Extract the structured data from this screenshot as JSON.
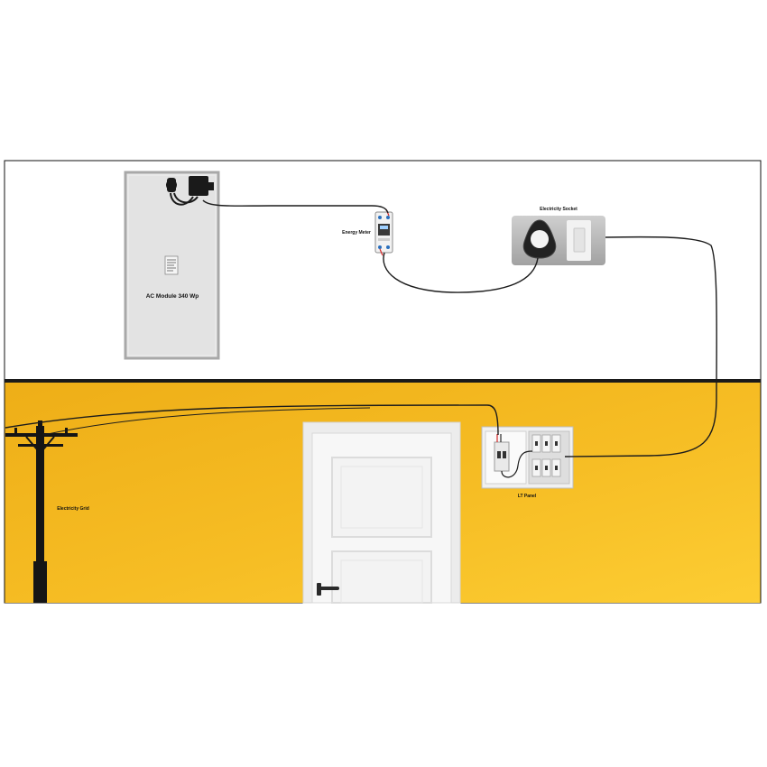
{
  "labels": {
    "ac_module": "AC Module 340 Wp",
    "energy_meter": "Energy Meter",
    "electricity_socket": "Electricity Socket",
    "lt_panel": "LT Panel",
    "electricity_grid": "Electricity Grid"
  },
  "colors": {
    "frame": "#111111",
    "divider": "#1a1a1a",
    "wall": "#f2b71d",
    "wall_light": "#fbc92e",
    "cable": "#1c1c1c",
    "panel_face": "#e6e6e6",
    "panel_border": "#bdbdbd",
    "socket_plate": "#a9a9a9",
    "door": "#f4f4f4",
    "pole": "#151515",
    "wire_red": "#d62828",
    "wire_blue": "#2a6fbd"
  },
  "icons": {
    "module": "solar-panel-icon",
    "meter": "energy-meter-icon",
    "socket": "socket-icon",
    "panel": "breaker-panel-icon",
    "pole": "utility-pole-icon",
    "door": "door-icon"
  }
}
